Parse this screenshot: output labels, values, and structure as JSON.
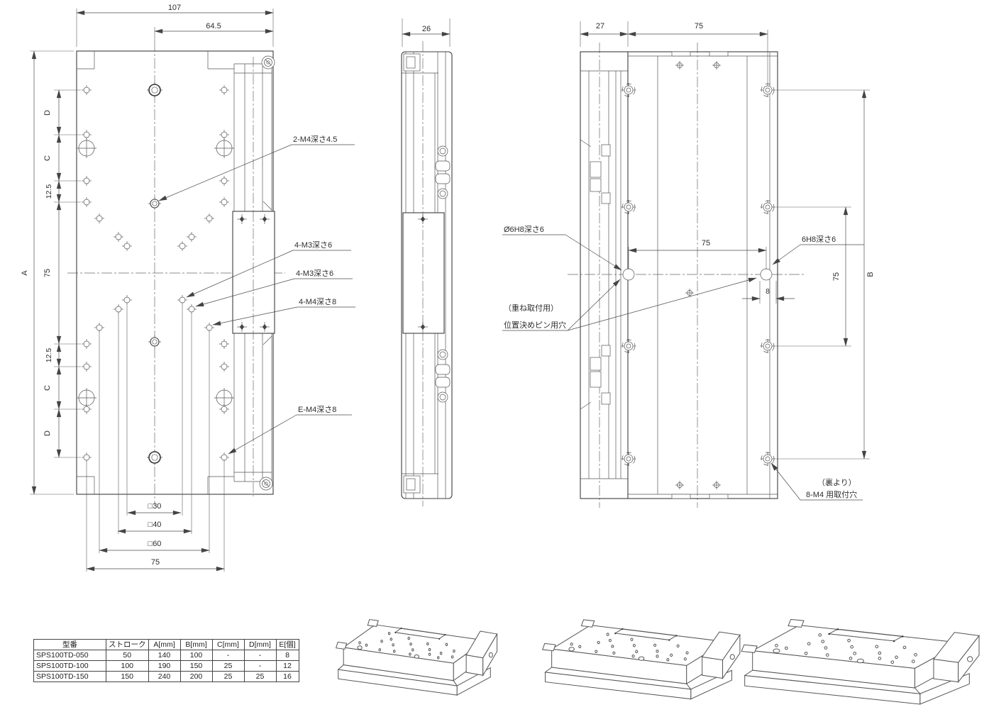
{
  "front_view": {
    "dim_107": "107",
    "dim_64_5": "64.5",
    "dim_A": "A",
    "dim_75_left": "75",
    "dim_D_upper": "D",
    "dim_C_upper": "C",
    "dim_12_5_upper": "12.5",
    "dim_12_5_lower": "12.5",
    "dim_C_lower": "C",
    "dim_D_lower": "D",
    "dim_sq30": "□30",
    "dim_sq40": "□40",
    "dim_sq60": "□60",
    "dim_75_bottom": "75",
    "ann_2m4": "2-M4深さ4.5",
    "ann_4m3_a": "4-M3深さ6",
    "ann_4m3_b": "4-M3深さ6",
    "ann_4m4": "4-M4深さ8",
    "ann_em4": "E-M4深さ8"
  },
  "side_view": {
    "dim_26": "26"
  },
  "back_view": {
    "dim_27": "27",
    "dim_75_top": "75",
    "dim_75_center": "75",
    "dim_8": "8",
    "dim_75_right": "75",
    "dim_B": "B",
    "ann_pin_left": "Ø6H8深さ6",
    "ann_pin_right": "6H8深さ6",
    "note_stack_1": "（重ね取付用）",
    "note_stack_2": "位置決めピン用穴",
    "note_back_1": "（裏より）",
    "note_back_2": "8-M4 用取付穴"
  },
  "spec_table": {
    "headers": [
      "型番",
      "ストローク",
      "A[mm]",
      "B[mm]",
      "C[mm]",
      "D[mm]",
      "E[個]"
    ],
    "rows": [
      [
        "SPS100TD-050",
        "50",
        "140",
        "100",
        "-",
        "-",
        "8"
      ],
      [
        "SPS100TD-100",
        "100",
        "190",
        "150",
        "25",
        "-",
        "12"
      ],
      [
        "SPS100TD-150",
        "150",
        "240",
        "200",
        "25",
        "25",
        "16"
      ]
    ]
  }
}
